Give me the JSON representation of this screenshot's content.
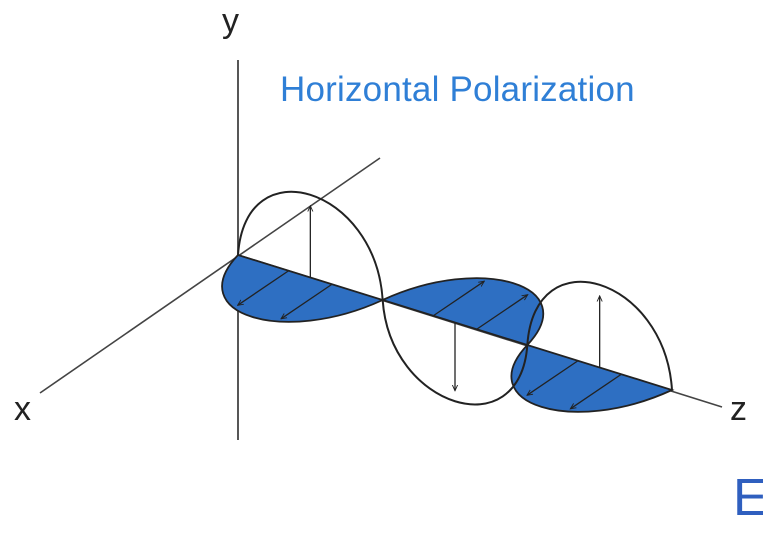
{
  "title": "Horizontal Polarization",
  "axes": {
    "y_label": "y",
    "x_label": "x",
    "z_label": "z"
  },
  "partial_text": "E",
  "colors": {
    "title": "#2f7fd6",
    "fill": "#2e6fc2",
    "stroke": "#222222",
    "partial_text": "#2f5fbf"
  },
  "wave": {
    "loops": 3,
    "horizontal_component": "filled",
    "vertical_component": "outline",
    "arrows_per_loop": 2
  }
}
